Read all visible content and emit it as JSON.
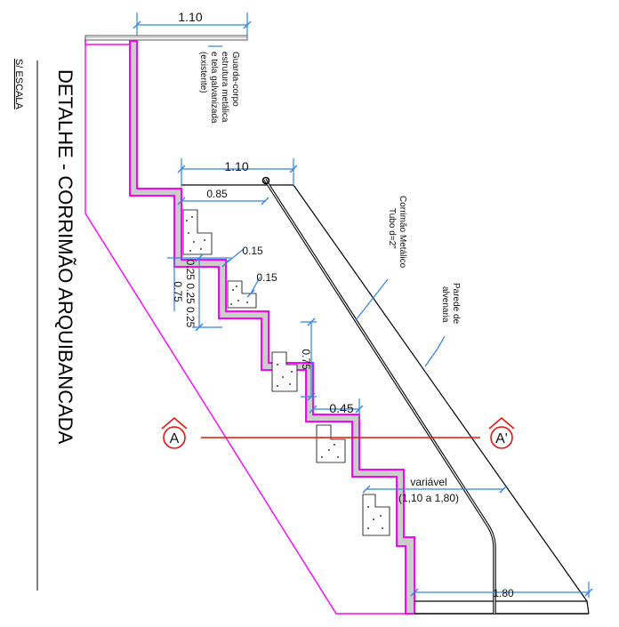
{
  "title": "DETALHE - CORRIMÃO ARQUIBANCADA",
  "scale_note": "S/ ESCALA",
  "dimensions": {
    "top_width": "1.10",
    "landing_width": "1.10",
    "landing_depth": "0.85",
    "riser_a": "0.15",
    "riser_b": "0.15",
    "steps_stack": "0.25 0.25 0.25",
    "left_total": "0.75",
    "mid_total": "0.75",
    "tread": "0.45",
    "variable_label": "variável",
    "variable_range": "(1,10 a 1,80)",
    "bottom_width": "1.80"
  },
  "annotations": {
    "guard_lines": [
      "Guarda-corpo",
      "estrutura metálica",
      "e tela galvanizada",
      "(existente)"
    ],
    "handrail_lines": [
      "Corrimão Metálico",
      "Tubo d=2\""
    ],
    "wall_lines": [
      "Parede de",
      "alvenaria"
    ]
  },
  "section_markers": {
    "left": "A",
    "right": "A'"
  },
  "colors": {
    "wall_outline": "#ff00ff",
    "dimension": "#2f83ee",
    "section_line": "#e8140c",
    "slab_fill": "#cccccc"
  }
}
